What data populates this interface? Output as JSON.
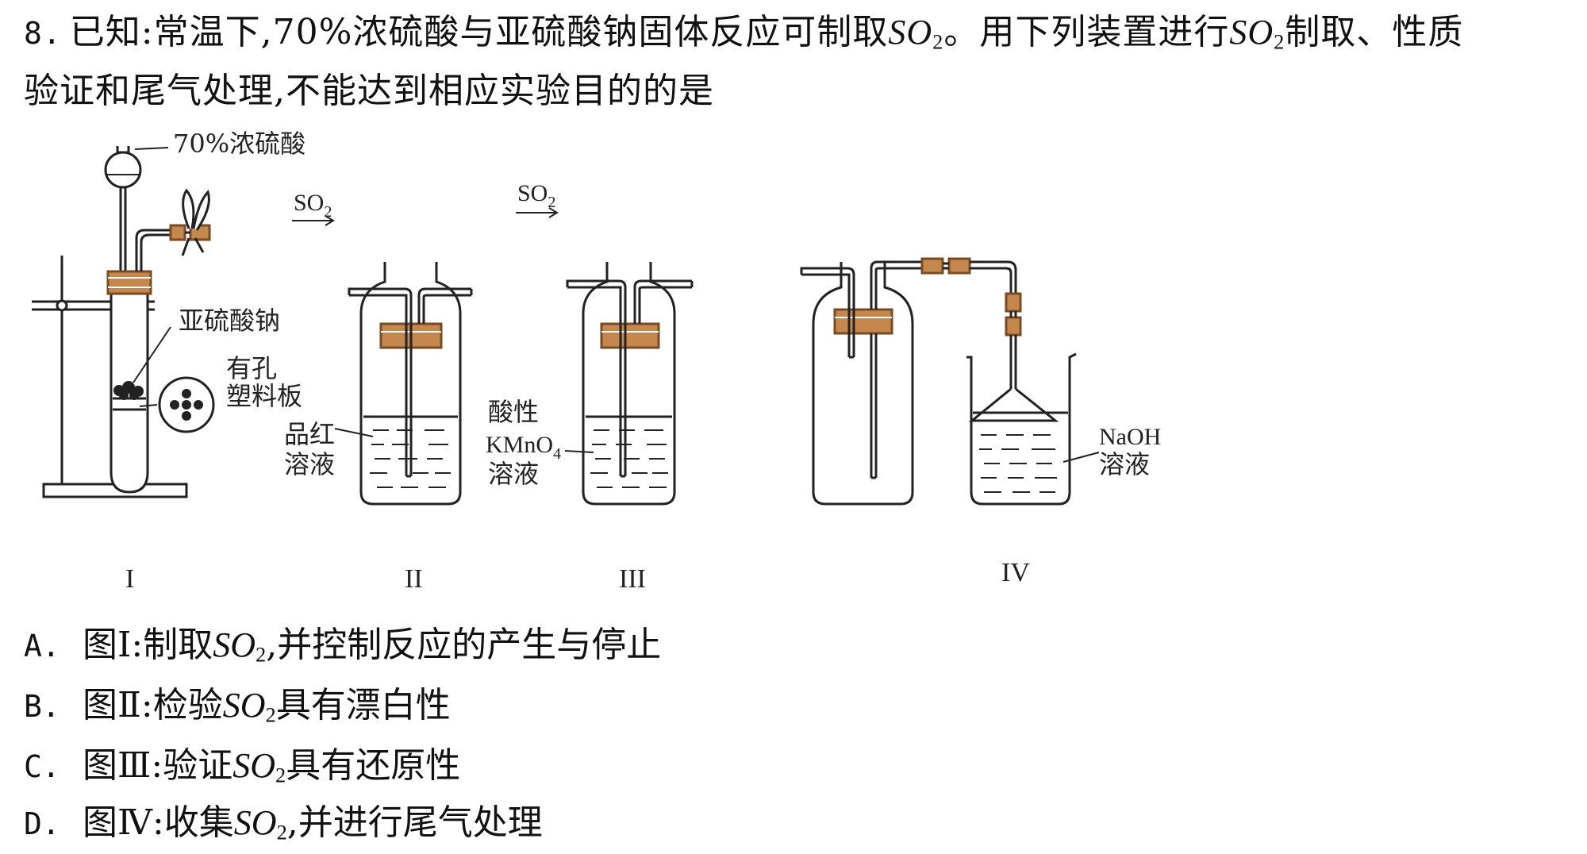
{
  "question": {
    "number": "8.",
    "stem_part1": "已知:常温下,70%浓硫酸与亚硫酸钠固体反应可制取",
    "so2_formula": "SO",
    "so2_subscript": "2",
    "stem_part2": "。用下列装置进行",
    "stem_part3": "制取、性质",
    "stem_line2": "验证和尾气处理,不能达到相应实验目的的是"
  },
  "figure": {
    "apparatus_I": {
      "label_acid": "70%浓硫酸",
      "label_solid": "亚硫酸钠",
      "label_plate_1": "有孔",
      "label_plate_2": "塑料板",
      "roman": "I"
    },
    "apparatus_II": {
      "inlet_label": "SO",
      "inlet_sub": "2",
      "solution_1": "品红",
      "solution_2": "溶液",
      "roman": "II"
    },
    "apparatus_III": {
      "inlet_label": "SO",
      "inlet_sub": "2",
      "solution_1": "酸性",
      "solution_2": "KMnO",
      "solution_2_sub": "4",
      "solution_3": "溶液",
      "roman": "III"
    },
    "apparatus_IV": {
      "solution_1": "NaOH",
      "solution_2": "溶液",
      "roman": "IV"
    },
    "colors": {
      "stopper": "#c4884f",
      "line": "#222222"
    }
  },
  "options": [
    {
      "key": "A.",
      "prefix": "图Ⅰ:制取",
      "formula": "SO",
      "sub": "2",
      "suffix": ",并控制反应的产生与停止"
    },
    {
      "key": "B.",
      "prefix": "图Ⅱ:检验",
      "formula": "SO",
      "sub": "2",
      "suffix": "具有漂白性"
    },
    {
      "key": "C.",
      "prefix": "图Ⅲ:验证",
      "formula": "SO",
      "sub": "2",
      "suffix": "具有还原性"
    },
    {
      "key": "D.",
      "prefix": "图Ⅳ:收集",
      "formula": "SO",
      "sub": "2",
      "suffix": ",并进行尾气处理"
    }
  ]
}
